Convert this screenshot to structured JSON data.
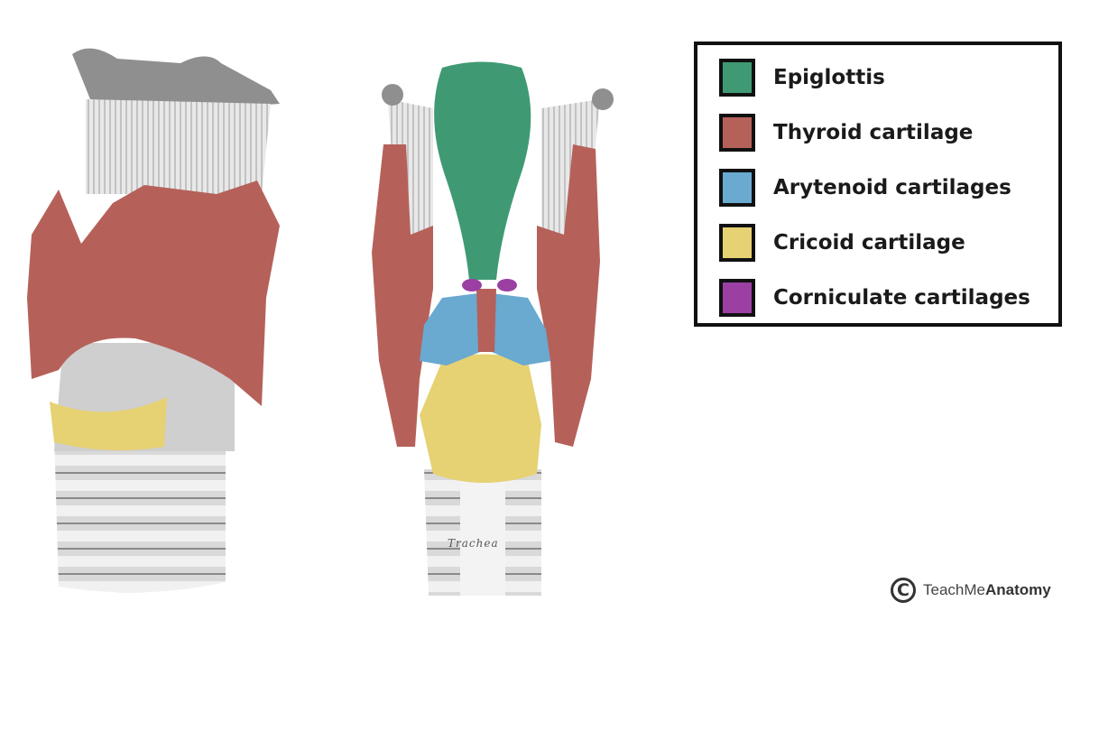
{
  "legend": {
    "items": [
      {
        "label": "Epiglottis",
        "color": "#3f9a74"
      },
      {
        "label": "Thyroid cartilage",
        "color": "#b5615a"
      },
      {
        "label": "Arytenoid cartilages",
        "color": "#6aa9d0"
      },
      {
        "label": "Cricoid cartilage",
        "color": "#e6d173"
      },
      {
        "label": "Corniculate cartilages",
        "color": "#9b3fa3"
      }
    ]
  },
  "illustration": {
    "trachea_label": "Trachea"
  },
  "watermark": {
    "symbol": "C",
    "brand_light": "TeachMe",
    "brand_bold": "Anatomy"
  }
}
